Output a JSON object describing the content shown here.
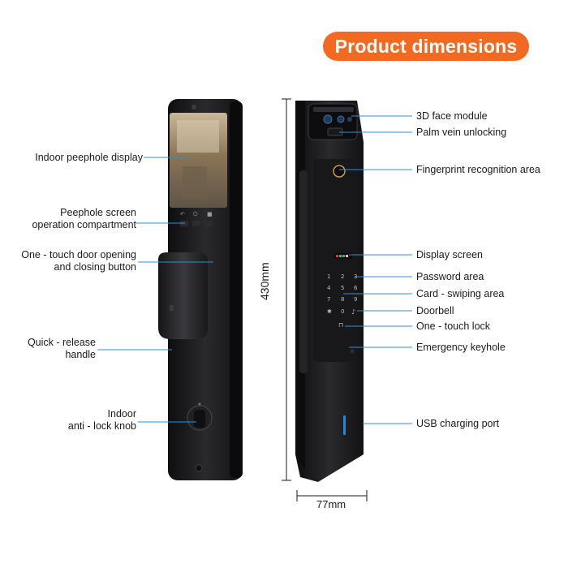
{
  "title": "Product dimensions",
  "dimensions": {
    "height": "430mm",
    "width": "77mm"
  },
  "left_labels": {
    "peephole_display": "Indoor peephole display",
    "peephole_ops_line1": "Peephole screen",
    "peephole_ops_line2": "operation compartment",
    "one_touch_line1": "One - touch door opening",
    "one_touch_line2": "and closing button",
    "handle_line1": "Quick - release",
    "handle_line2": "handle",
    "knob_line1": "Indoor",
    "knob_line2": "anti - lock knob"
  },
  "right_labels": {
    "face_module": "3D face module",
    "palm_vein": "Palm vein unlocking",
    "fingerprint": "Fingerprint recognition area",
    "display_screen": "Display screen",
    "password_area": "Password area",
    "card_area": "Card - swiping area",
    "doorbell": "Doorbell",
    "one_touch_lock": "One - touch lock",
    "emergency_keyhole": "Emergency keyhole",
    "usb_port": "USB charging port"
  },
  "keypad": [
    "1",
    "2",
    "3",
    "4",
    "5",
    "6",
    "7",
    "8",
    "9",
    "0"
  ],
  "colors": {
    "accent": "#f26a21",
    "leader": "#2e8fd8",
    "body": "#1c1c1e"
  }
}
